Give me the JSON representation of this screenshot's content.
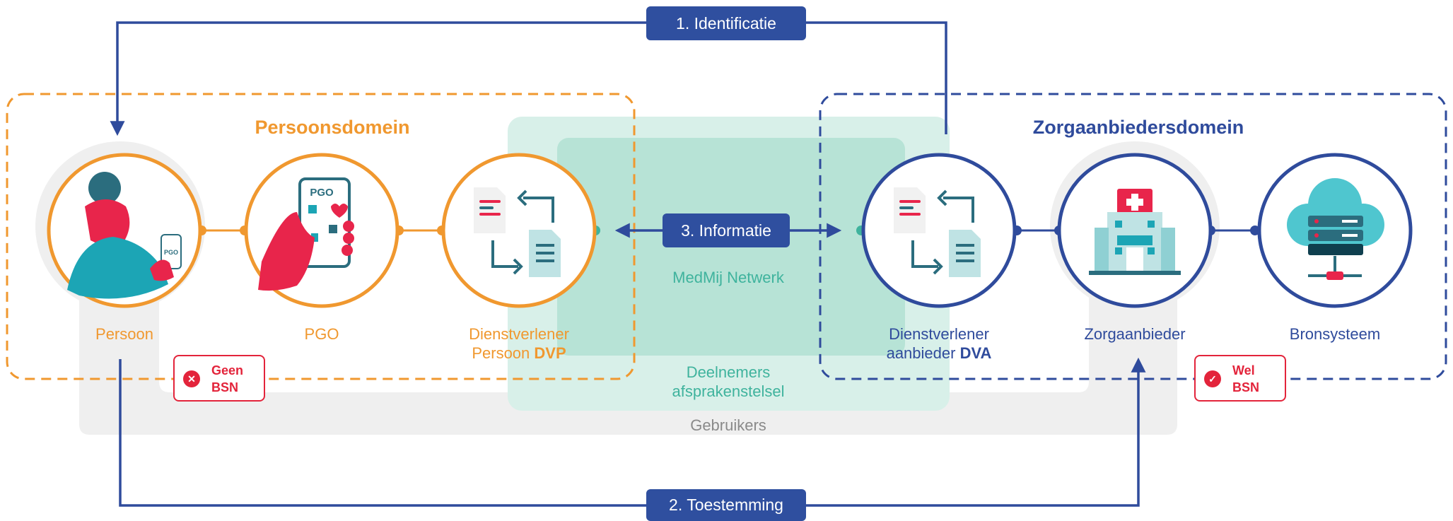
{
  "domains": {
    "person": "Persoonsdomein",
    "provider": "Zorgaanbiedersdomein"
  },
  "nodes": {
    "persoon": "Persoon",
    "pgo": "PGO",
    "dvp_line1": "Dienstverlener",
    "dvp_line2": "Persoon",
    "dvp_abbr": "DVP",
    "dva_line1": "Dienstverlener",
    "dva_line2": "aanbieder",
    "dva_abbr": "DVA",
    "zorgaanbieder": "Zorgaanbieder",
    "bronsysteem": "Bronsysteem"
  },
  "steps": {
    "identificatie": "1. Identificatie",
    "toestemming": "2. Toestemming",
    "informatie": "3. Informatie"
  },
  "zones": {
    "network": "MedMij Netwerk",
    "participants_line1": "Deelnemers",
    "participants_line2": "afsprakenstelsel",
    "users": "Gebruikers"
  },
  "badges": {
    "geen_line1": "Geen",
    "geen_line2": "BSN",
    "wel_line1": "Wel",
    "wel_line2": "BSN"
  },
  "icon_texts": {
    "pgo_phone": "PGO",
    "persoon_phone": "PGO"
  },
  "colors": {
    "orange": "#f0982f",
    "navy": "#2f4b9c",
    "teal": "#3fb39d",
    "red": "#e3243b",
    "light_grey": "#efefef"
  }
}
